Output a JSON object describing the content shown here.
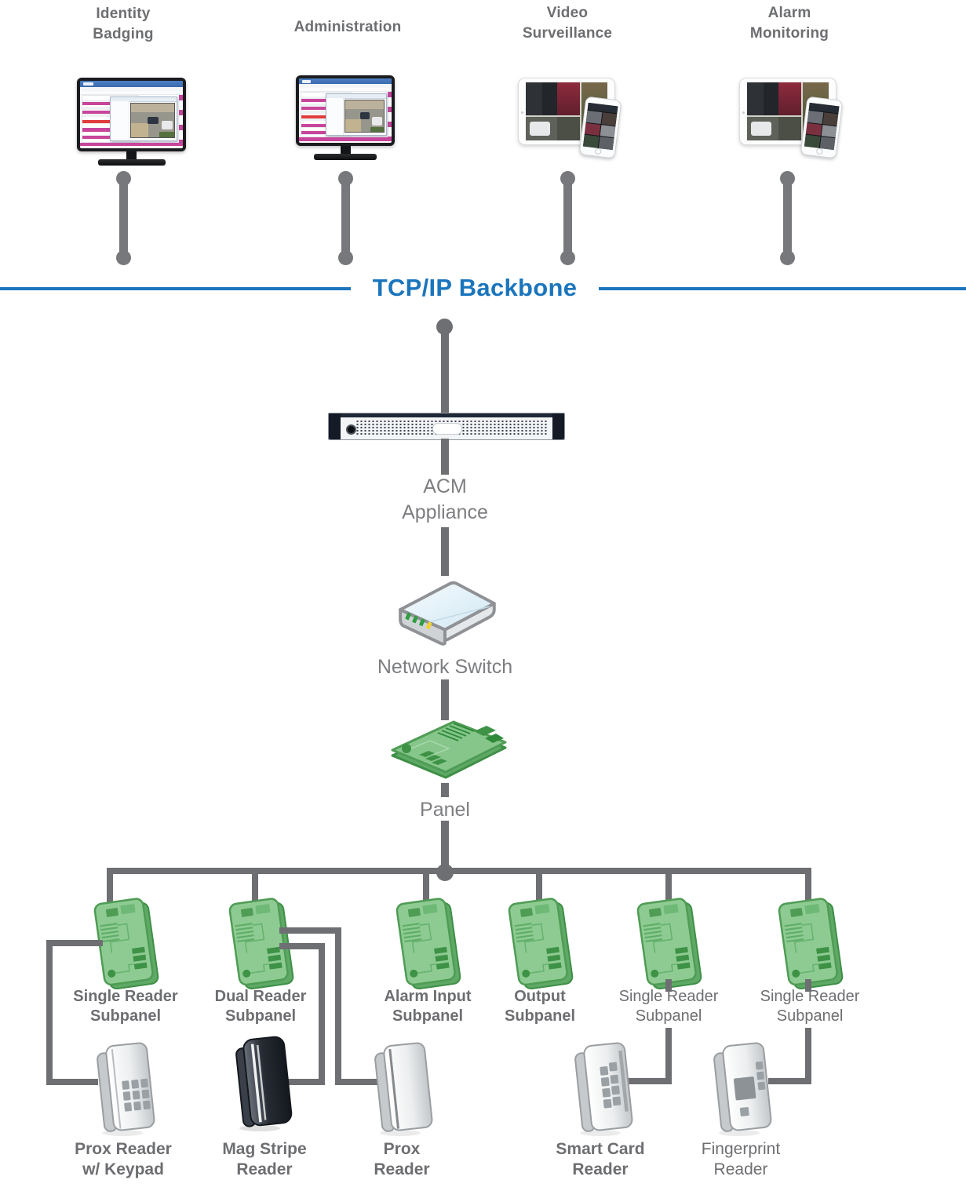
{
  "stations": [
    {
      "id": "identity-badging",
      "line1": "Identity",
      "line2": "Badging",
      "device": "desktop-monitor"
    },
    {
      "id": "administration",
      "line1": "Administration",
      "line2": "",
      "device": "desktop-monitor"
    },
    {
      "id": "video-surveillance",
      "line1": "Video",
      "line2": "Surveillance",
      "device": "tablet-and-phone"
    },
    {
      "id": "alarm-monitoring",
      "line1": "Alarm",
      "line2": "Monitoring",
      "device": "tablet-and-phone"
    }
  ],
  "backbone": {
    "label": "TCP/IP Backbone"
  },
  "acm": {
    "line1": "ACM",
    "line2": "Appliance"
  },
  "network_switch": {
    "label": "Network Switch"
  },
  "panel": {
    "label": "Panel"
  },
  "subpanels": [
    {
      "line1": "Single Reader",
      "line2": "Subpanel"
    },
    {
      "line1": "Dual Reader",
      "line2": "Subpanel"
    },
    {
      "line1": "Alarm Input",
      "line2": "Subpanel"
    },
    {
      "line1": "Output",
      "line2": "Subpanel"
    },
    {
      "line1": "Single Reader",
      "line2": "Subpanel"
    },
    {
      "line1": "Single Reader",
      "line2": "Subpanel"
    }
  ],
  "readers": [
    {
      "line1": "Prox Reader",
      "line2": "w/ Keypad"
    },
    {
      "line1": "Mag Stripe",
      "line2": "Reader"
    },
    {
      "line1": "Prox",
      "line2": "Reader"
    },
    {
      "line1": "Smart Card",
      "line2": "Reader"
    },
    {
      "line1": "Fingerprint",
      "line2": "Reader"
    }
  ],
  "colors": {
    "backbone_blue": "#1B75BC",
    "line_gray": "#6E6F72",
    "text_gray": "#6D6E71",
    "pcb_green": "#8ECB92",
    "pcb_green_dark": "#3E9246"
  }
}
